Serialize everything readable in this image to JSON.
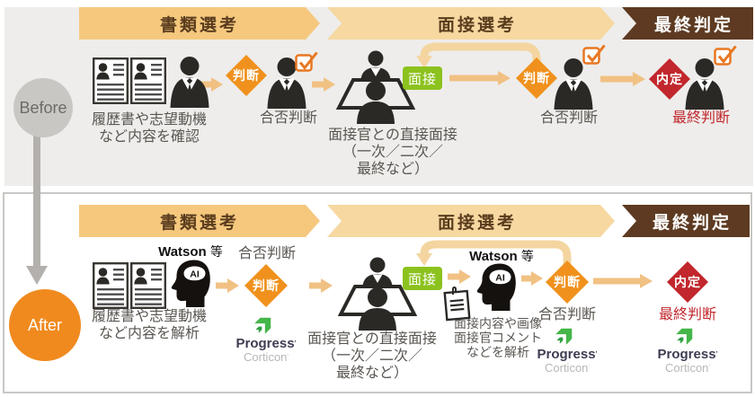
{
  "before": {
    "label": "Before",
    "banners": [
      {
        "label": "書類選考"
      },
      {
        "label": "面接選考"
      },
      {
        "label": "最終判定"
      }
    ],
    "docs": {
      "caption1": "履歴書や志望動機",
      "caption2": "など内容を確認"
    },
    "screening": {
      "diamond": "判断",
      "caption": "合否判断"
    },
    "interview": {
      "tag": "面接",
      "caption1": "面接官との直接面接",
      "caption2": "（一次／二次／",
      "caption3": "最終など）",
      "diamond": "判断",
      "caption": "合否判断"
    },
    "final": {
      "diamond": "内定",
      "caption": "最終判断"
    }
  },
  "after": {
    "label": "After",
    "banners": [
      {
        "label": "書類選考"
      },
      {
        "label": "面接選考"
      },
      {
        "label": "最終判定"
      }
    ],
    "docs": {
      "caption1": "履歴書や志望動機",
      "caption2": "など内容を解析"
    },
    "screening": {
      "top_caption": "合否判断",
      "diamond": "判断"
    },
    "interview": {
      "tag": "面接",
      "caption1": "面接官との直接面接",
      "caption2": "（一次／二次／",
      "caption3": "最終など）",
      "notes_caption1": "面接内容や画像",
      "notes_caption2": "面接官コメント",
      "notes_caption3": "などを解析",
      "diamond": "判断",
      "caption": "合否判断"
    },
    "final": {
      "diamond": "内定",
      "caption": "最終判断"
    }
  },
  "brand": {
    "watson": "Watson",
    "watson_suffix": "等",
    "ai": "AI",
    "progress": "Progress",
    "corticon": "Corticon",
    "mark": "’"
  },
  "colors": {
    "panel_before_bg": "#eeedeb",
    "banner_tan": "#f5c87e",
    "banner_tan_light": "#f6d8a0",
    "banner_dark_brown": "#5d3a21",
    "flow_arrow_tan": "#f1c183",
    "loop_arrow_tan": "#f4d5a0",
    "judgment_orange": "#f0911d",
    "offer_red": "#c1272d",
    "final_text_red": "#c1272d",
    "interview_green": "#8cc21e",
    "after_circle_orange": "#f08a1e",
    "before_circle_gray": "#c9c7c4",
    "connector_gray": "#b3b0ad",
    "progress_green": "#45b649",
    "icon_dark": "#2b2926",
    "checkbox_orange": "#e87722"
  }
}
